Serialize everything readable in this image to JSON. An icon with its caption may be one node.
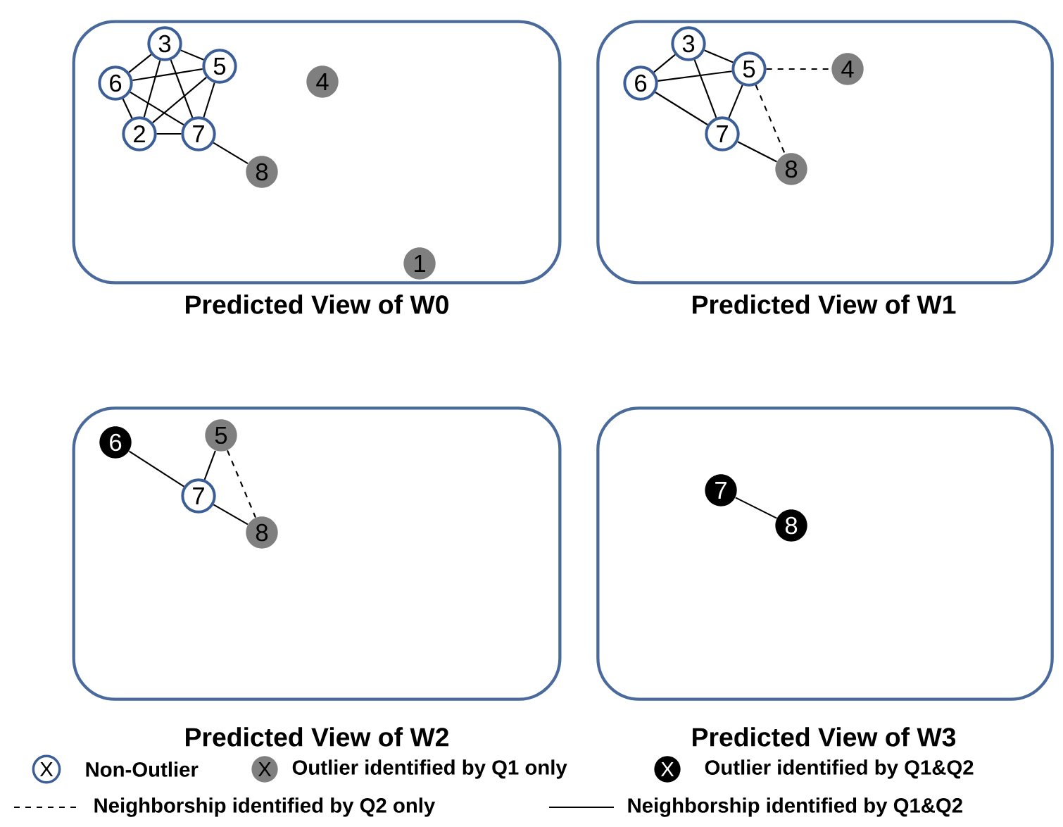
{
  "diagram": {
    "nodes": [
      {
        "text": [
          "Predicted View of W0"
        ]
      },
      {
        "text": [
          "3"
        ],
        "in": 0
      },
      {
        "text": [
          "5"
        ],
        "in": 0
      },
      {
        "text": [
          "4"
        ],
        "in": 0
      },
      {
        "text": [
          "6"
        ],
        "in": 0
      },
      {
        "text": [
          "2"
        ],
        "in": 0
      },
      {
        "text": [
          "7"
        ],
        "in": 0
      },
      {
        "text": [
          "8"
        ],
        "in": 0
      },
      {
        "text": [
          "1"
        ],
        "in": 0
      },
      {
        "text": [
          "Predicted View of W1"
        ]
      },
      {
        "text": [
          "3"
        ],
        "in": 9
      },
      {
        "text": [
          "5"
        ],
        "in": 9
      },
      {
        "text": [
          "4"
        ],
        "in": 9
      },
      {
        "text": [
          "6"
        ],
        "in": 9
      },
      {
        "text": [
          "7"
        ],
        "in": 9
      },
      {
        "text": [
          "8"
        ],
        "in": 9
      },
      {
        "text": [
          "Predicted View of W2"
        ]
      },
      {
        "text": [
          "5"
        ],
        "in": 16
      },
      {
        "text": [
          "6"
        ],
        "in": 16
      },
      {
        "text": [
          "7"
        ],
        "in": 16
      },
      {
        "text": [
          "8"
        ],
        "in": 16
      },
      {
        "text": [
          "Predicted View of W3"
        ]
      },
      {
        "text": [
          "7"
        ],
        "in": 21
      },
      {
        "text": [
          "8"
        ],
        "in": 21
      }
    ],
    "edges": [
      {
        "from": 1,
        "to": 4,
        "arrow": "none"
      },
      {
        "from": 1,
        "to": 2,
        "arrow": "none"
      },
      {
        "from": 1,
        "to": 5,
        "arrow": "none"
      },
      {
        "from": 1,
        "to": 6,
        "arrow": "none"
      },
      {
        "from": 4,
        "to": 2,
        "arrow": "none"
      },
      {
        "from": 4,
        "to": 6,
        "arrow": "none"
      },
      {
        "from": 4,
        "to": 5,
        "arrow": "none"
      },
      {
        "from": 2,
        "to": 5,
        "arrow": "none"
      },
      {
        "from": 2,
        "to": 6,
        "arrow": "none"
      },
      {
        "from": 5,
        "to": 6,
        "arrow": "none"
      },
      {
        "from": 6,
        "to": 7,
        "arrow": "none"
      },
      {
        "from": 13,
        "to": 10,
        "arrow": "none"
      },
      {
        "from": 10,
        "to": 11,
        "arrow": "none"
      },
      {
        "from": 13,
        "to": 11,
        "arrow": "none"
      },
      {
        "from": 13,
        "to": 14,
        "arrow": "none"
      },
      {
        "from": 10,
        "to": 14,
        "arrow": "none"
      },
      {
        "from": 11,
        "to": 14,
        "arrow": "none"
      },
      {
        "from": 11,
        "to": 12,
        "arrow": "none",
        "style": "dashed"
      },
      {
        "from": 11,
        "to": 15,
        "arrow": "none",
        "style": "dashed"
      },
      {
        "from": 14,
        "to": 15,
        "arrow": "none"
      },
      {
        "from": 18,
        "to": 19,
        "arrow": "none"
      },
      {
        "from": 17,
        "to": 19,
        "arrow": "none"
      },
      {
        "from": 19,
        "to": 20,
        "arrow": "none"
      },
      {
        "from": 17,
        "to": 20,
        "arrow": "none",
        "style": "dashed"
      },
      {
        "from": 22,
        "to": 23,
        "arrow": "none"
      }
    ],
    "labels": [
      "X",
      "X",
      "X"
    ],
    "legend": [
      {
        "text": "Non-Outlier"
      },
      {
        "text": "Outlier identified by Q1 only"
      },
      {
        "text": "Outlier identified by Q1&Q2"
      },
      {
        "text": "Neighborship  identified by Q2 only"
      },
      {
        "text": "Neighborship  identified by Q1&Q2"
      }
    ]
  }
}
